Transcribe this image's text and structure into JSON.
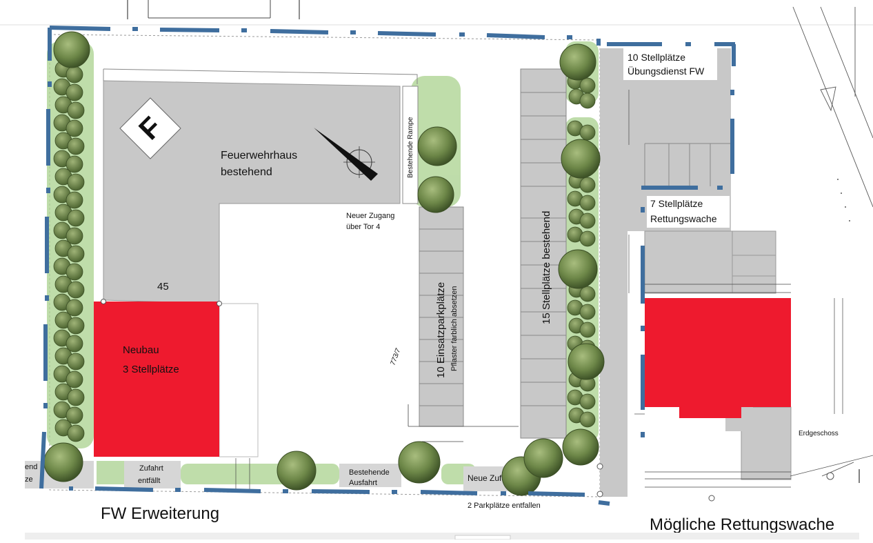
{
  "colors": {
    "boundary": "#3f6e9e",
    "new_building": "#ee1a2e",
    "existing": "#c8c8c8",
    "hedge": "#8fbf6a",
    "tree": "#6d8748"
  },
  "labels": {
    "fw_house_line1": "Feuerwehrhaus",
    "fw_house_line2": "bestehend",
    "helipad_letter": "F",
    "ramp": "Bestehende Rampe",
    "access_line1": "Neuer Zugang",
    "access_line2": "über Tor 4",
    "number_45": "45",
    "newbuild_line1": "Neubau",
    "newbuild_line2": "3 Stellplätze",
    "parcel": "773/7",
    "einsatz_line1": "10 Einsatzparkplätze",
    "einsatz_line2": "Pflaster farblich absetzen",
    "existing_15": "15 Stellplätze bestehend",
    "uebung_line1": "10 Stellplätze",
    "uebung_line2": "Übungsdienst FW",
    "rw_line1": "7 Stellplätze",
    "rw_line2": "Rettungswache",
    "zufahrt_line1": "Zufahrt",
    "zufahrt_line2": "entfällt",
    "ausfahrt_line1": "Bestehende",
    "ausfahrt_line2": "Ausfahrt",
    "neue_zufahrt": "Neue Zufahrt",
    "parkplaetze_entfallen": "2 Parkplätze entfallen",
    "left_cut_1": "end",
    "left_cut_2": "ze",
    "erdgeschoss": "Erdgeschoss",
    "fw_erweiterung": "FW Erweiterung",
    "rettungswache": "Mögliche Rettungswache"
  }
}
